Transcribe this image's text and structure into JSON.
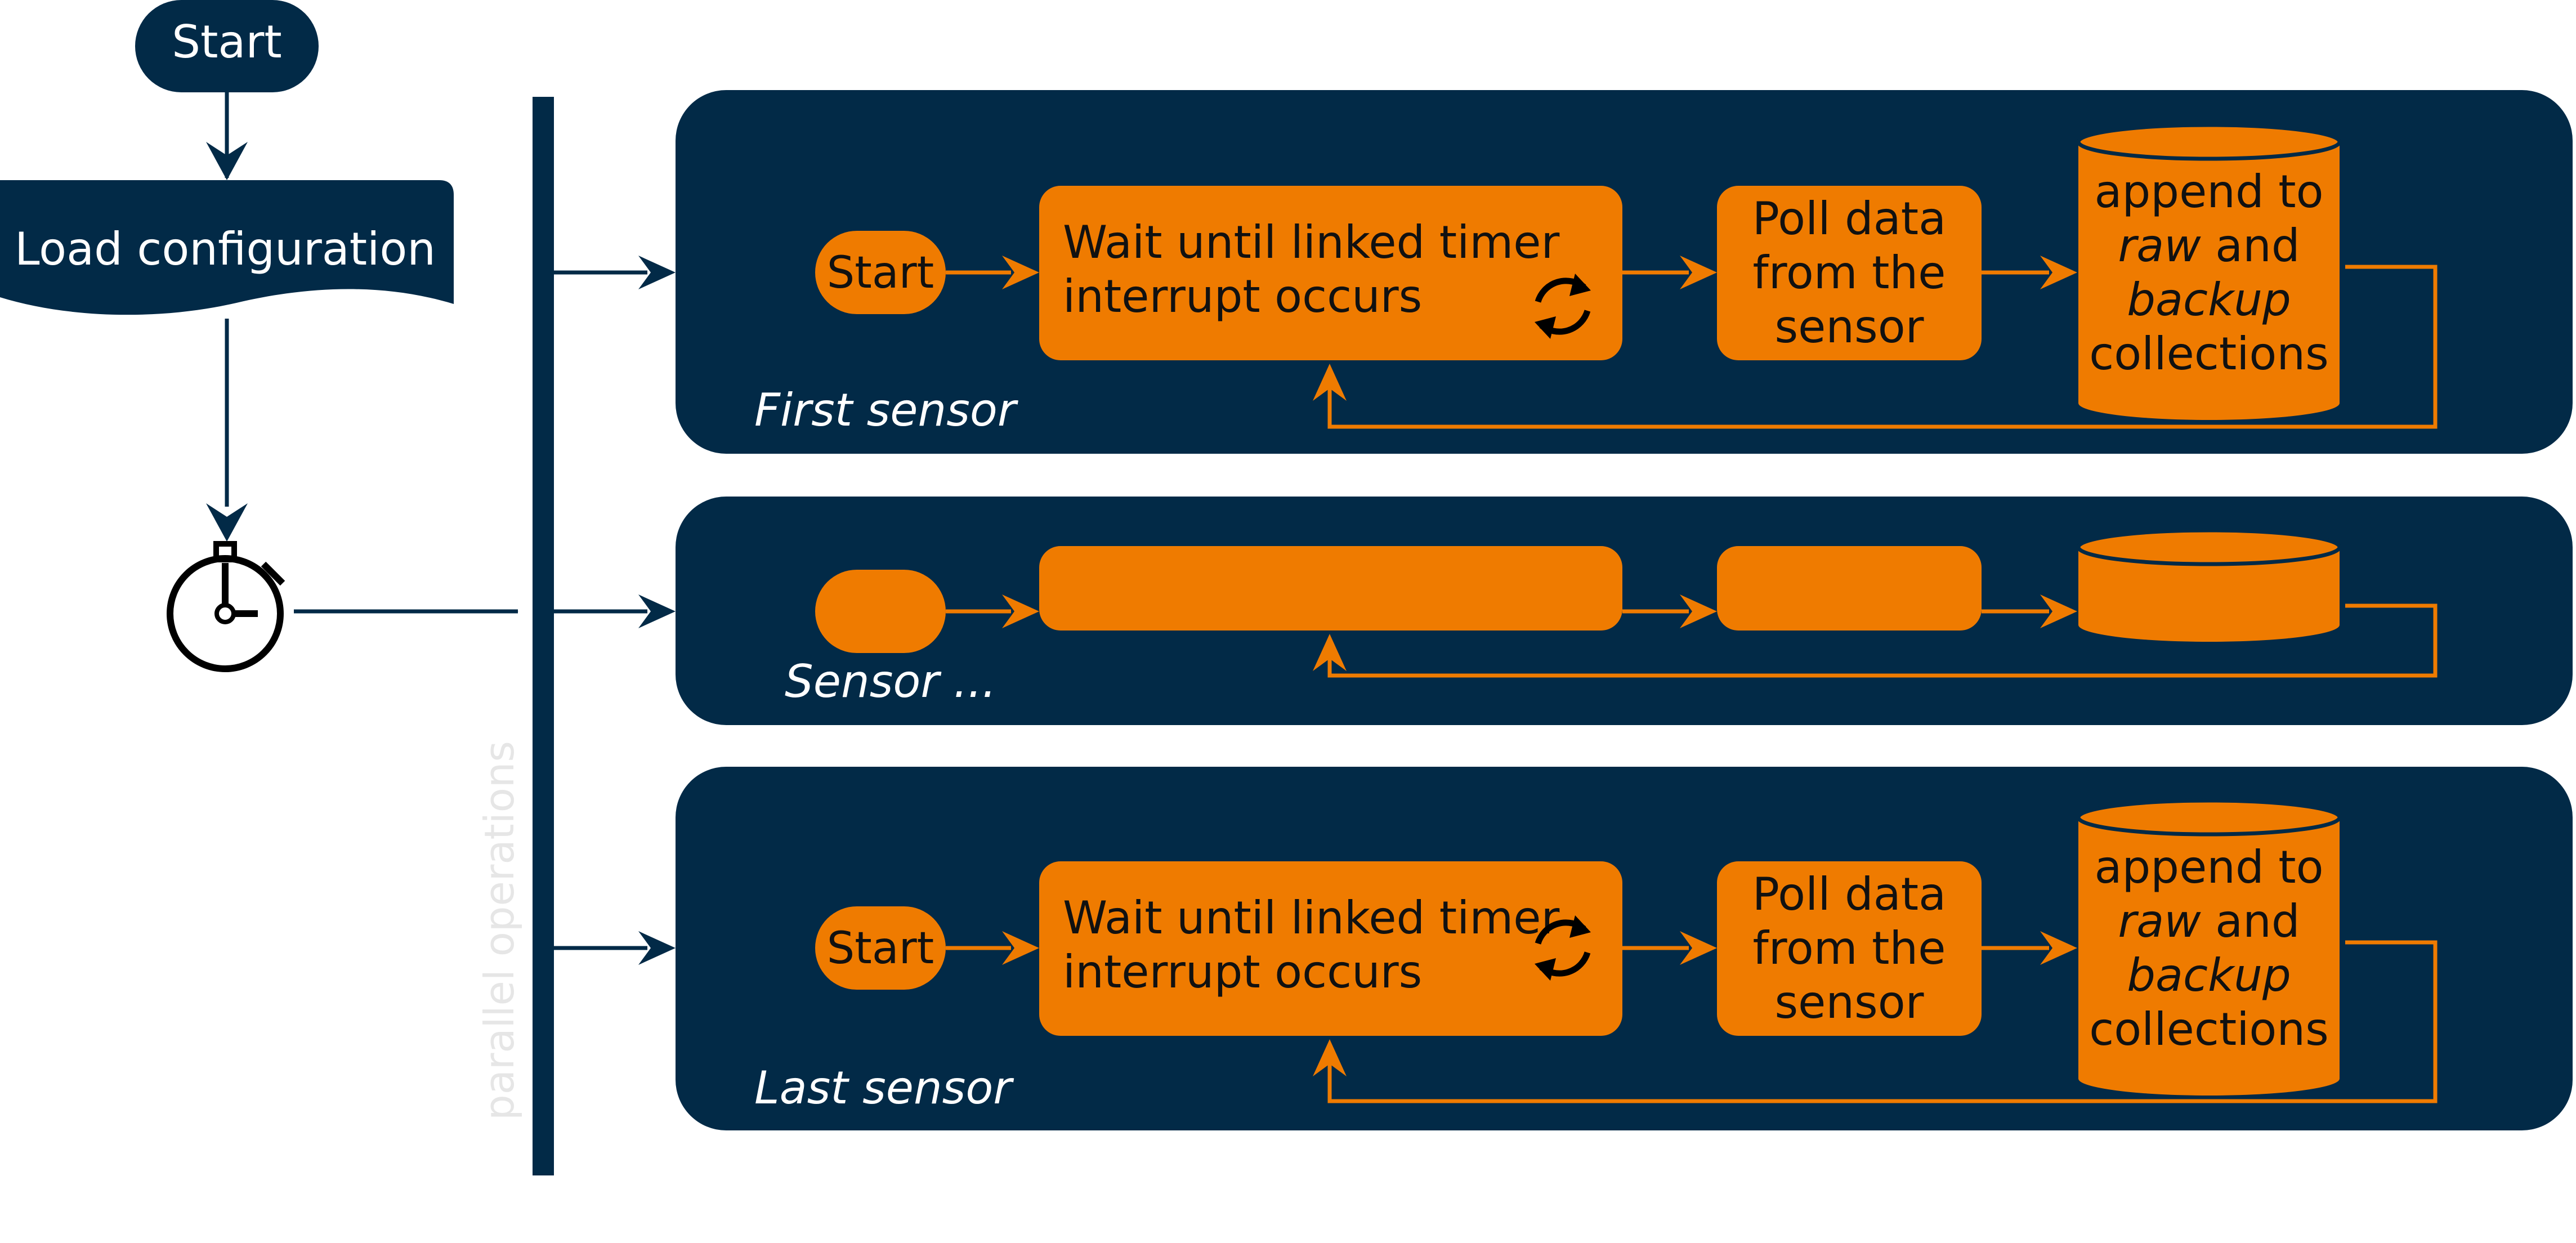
{
  "colors": {
    "navy": "#022a47",
    "orange": "#ef7b00",
    "white": "#ffffff",
    "text_dark": "#111111",
    "faint_label": "#e6e6e6"
  },
  "start_label": "Start",
  "load_label": "Load configuration",
  "timer_icon": "stopwatch-icon",
  "refresh_icon": "refresh-cycle-icon",
  "parallel_label": "parallel operations",
  "lanes": [
    {
      "title": "First sensor",
      "start": "Start",
      "wait_lines": [
        "Wait until linked timer",
        "interrupt occurs"
      ],
      "poll_lines": [
        "Poll data",
        "from the",
        "sensor"
      ],
      "append_lines": [
        [
          {
            "t": "append to",
            "i": false
          }
        ],
        [
          {
            "t": "raw",
            "i": true
          },
          {
            "t": " and",
            "i": false
          }
        ],
        [
          {
            "t": "backup",
            "i": true
          }
        ],
        [
          {
            "t": "collections",
            "i": false
          }
        ]
      ]
    },
    {
      "title": "Sensor ...",
      "start": "",
      "wait_lines": [],
      "poll_lines": [],
      "append_lines": []
    },
    {
      "title": "Last sensor",
      "start": "Start",
      "wait_lines": [
        "Wait until linked timer",
        "interrupt occurs"
      ],
      "poll_lines": [
        "Poll data",
        "from the",
        "sensor"
      ],
      "append_lines": [
        [
          {
            "t": "append to",
            "i": false
          }
        ],
        [
          {
            "t": "raw",
            "i": true
          },
          {
            "t": " and",
            "i": false
          }
        ],
        [
          {
            "t": "backup",
            "i": true
          }
        ],
        [
          {
            "t": "collections",
            "i": false
          }
        ]
      ]
    }
  ]
}
